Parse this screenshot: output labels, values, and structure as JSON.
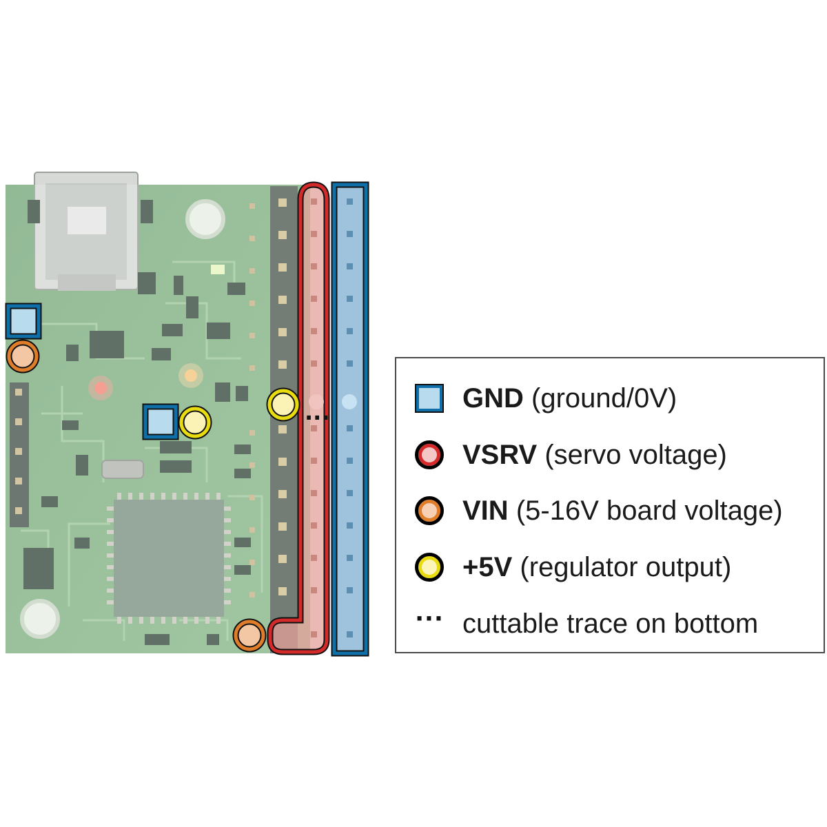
{
  "legend": {
    "items": [
      {
        "name": "GND",
        "desc": "(ground/0V)",
        "marker": "square",
        "fill": "#b8dcee",
        "stroke": "#0f6fa8"
      },
      {
        "name": "VSRV",
        "desc": "(servo voltage)",
        "marker": "circle",
        "fill": "#f4c6c6",
        "stroke": "#d42a2a"
      },
      {
        "name": "VIN",
        "desc": "(5-16V board voltage)",
        "marker": "circle",
        "fill": "#f6cfb4",
        "stroke": "#e07d2a"
      },
      {
        "name": "+5V",
        "desc": "(regulator output)",
        "marker": "circle",
        "fill": "#fcf4b8",
        "stroke": "#e8dc10"
      },
      {
        "name": "",
        "desc": "cuttable trace on bottom",
        "marker": "dots",
        "symbol": "···"
      }
    ]
  },
  "colors": {
    "board": "#7fae82",
    "board_dark": "#5f8f64",
    "gnd": "#0f6fa8",
    "vsrv": "#d42a2a",
    "vin": "#e07d2a",
    "plus5v": "#e8dc10"
  },
  "board": {
    "cuttable_trace_symbol": "···"
  }
}
